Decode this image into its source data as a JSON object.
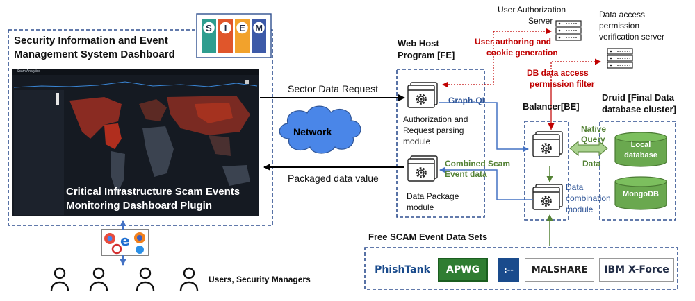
{
  "siem_logo": {
    "letters": [
      "S",
      "I",
      "E",
      "M"
    ],
    "colors": [
      "#2e9d8f",
      "#e0562b",
      "#f2a22c",
      "#3d5aa8"
    ]
  },
  "siem": {
    "title_line1": "Security Information and Event",
    "title_line2": "Management System Dashboard",
    "screen_title": "Scam Analytics",
    "plugin_line1": "Critical Infrastructure Scam Events",
    "plugin_line2": "Monitoring Dashboard Plugin"
  },
  "flows": {
    "sector_request": "Sector Data Request",
    "packaged_value": "Packaged data value",
    "network": "Network"
  },
  "web_host": {
    "title_line1": "Web Host",
    "title_line2": "Program [FE]",
    "auth_module": [
      "Authorization and",
      "Request parsing",
      "module"
    ],
    "package_module": [
      "Data Package",
      "module"
    ]
  },
  "servers": {
    "auth_server": [
      "User Authorization",
      "Server"
    ],
    "permission_server": [
      "Data access",
      "permission",
      "verification server"
    ]
  },
  "annotations": {
    "authoring": [
      "User authoring and",
      "cookie generation"
    ],
    "db_filter": [
      "DB data access",
      "permission filter"
    ],
    "graphql": "Graph-QL",
    "combined": [
      "Combined Scam",
      "Event data"
    ],
    "native_query": [
      "Native",
      "Query"
    ],
    "data": "Data",
    "data_combination": [
      "Data",
      "combination",
      "module"
    ]
  },
  "balancer": {
    "title": "Balancer[BE]"
  },
  "druid": {
    "title_line1": "Druid [Final Data",
    "title_line2": "database cluster]",
    "local_db": [
      "Local",
      "database"
    ],
    "mongodb": "MongoDB"
  },
  "datasets": {
    "title": "Free SCAM Event Data Sets",
    "logos": [
      {
        "label": "PhishTank",
        "color": "#1a4b8c"
      },
      {
        "label": "APWG",
        "color": "#2f7d32"
      },
      {
        "label": ":--",
        "color": "#1a4b8c"
      },
      {
        "label": "MALSHARE",
        "color": "#222222"
      },
      {
        "label": "IBM X-Force",
        "color": "#1f2a44"
      }
    ]
  },
  "users": {
    "label": "Users, Security Managers"
  },
  "colors": {
    "dashed_border": "#2f4f8f",
    "red_arrow": "#c00000",
    "blue_arrow": "#4472c4",
    "green_arrow": "#548235",
    "network": "#4a86e8"
  }
}
